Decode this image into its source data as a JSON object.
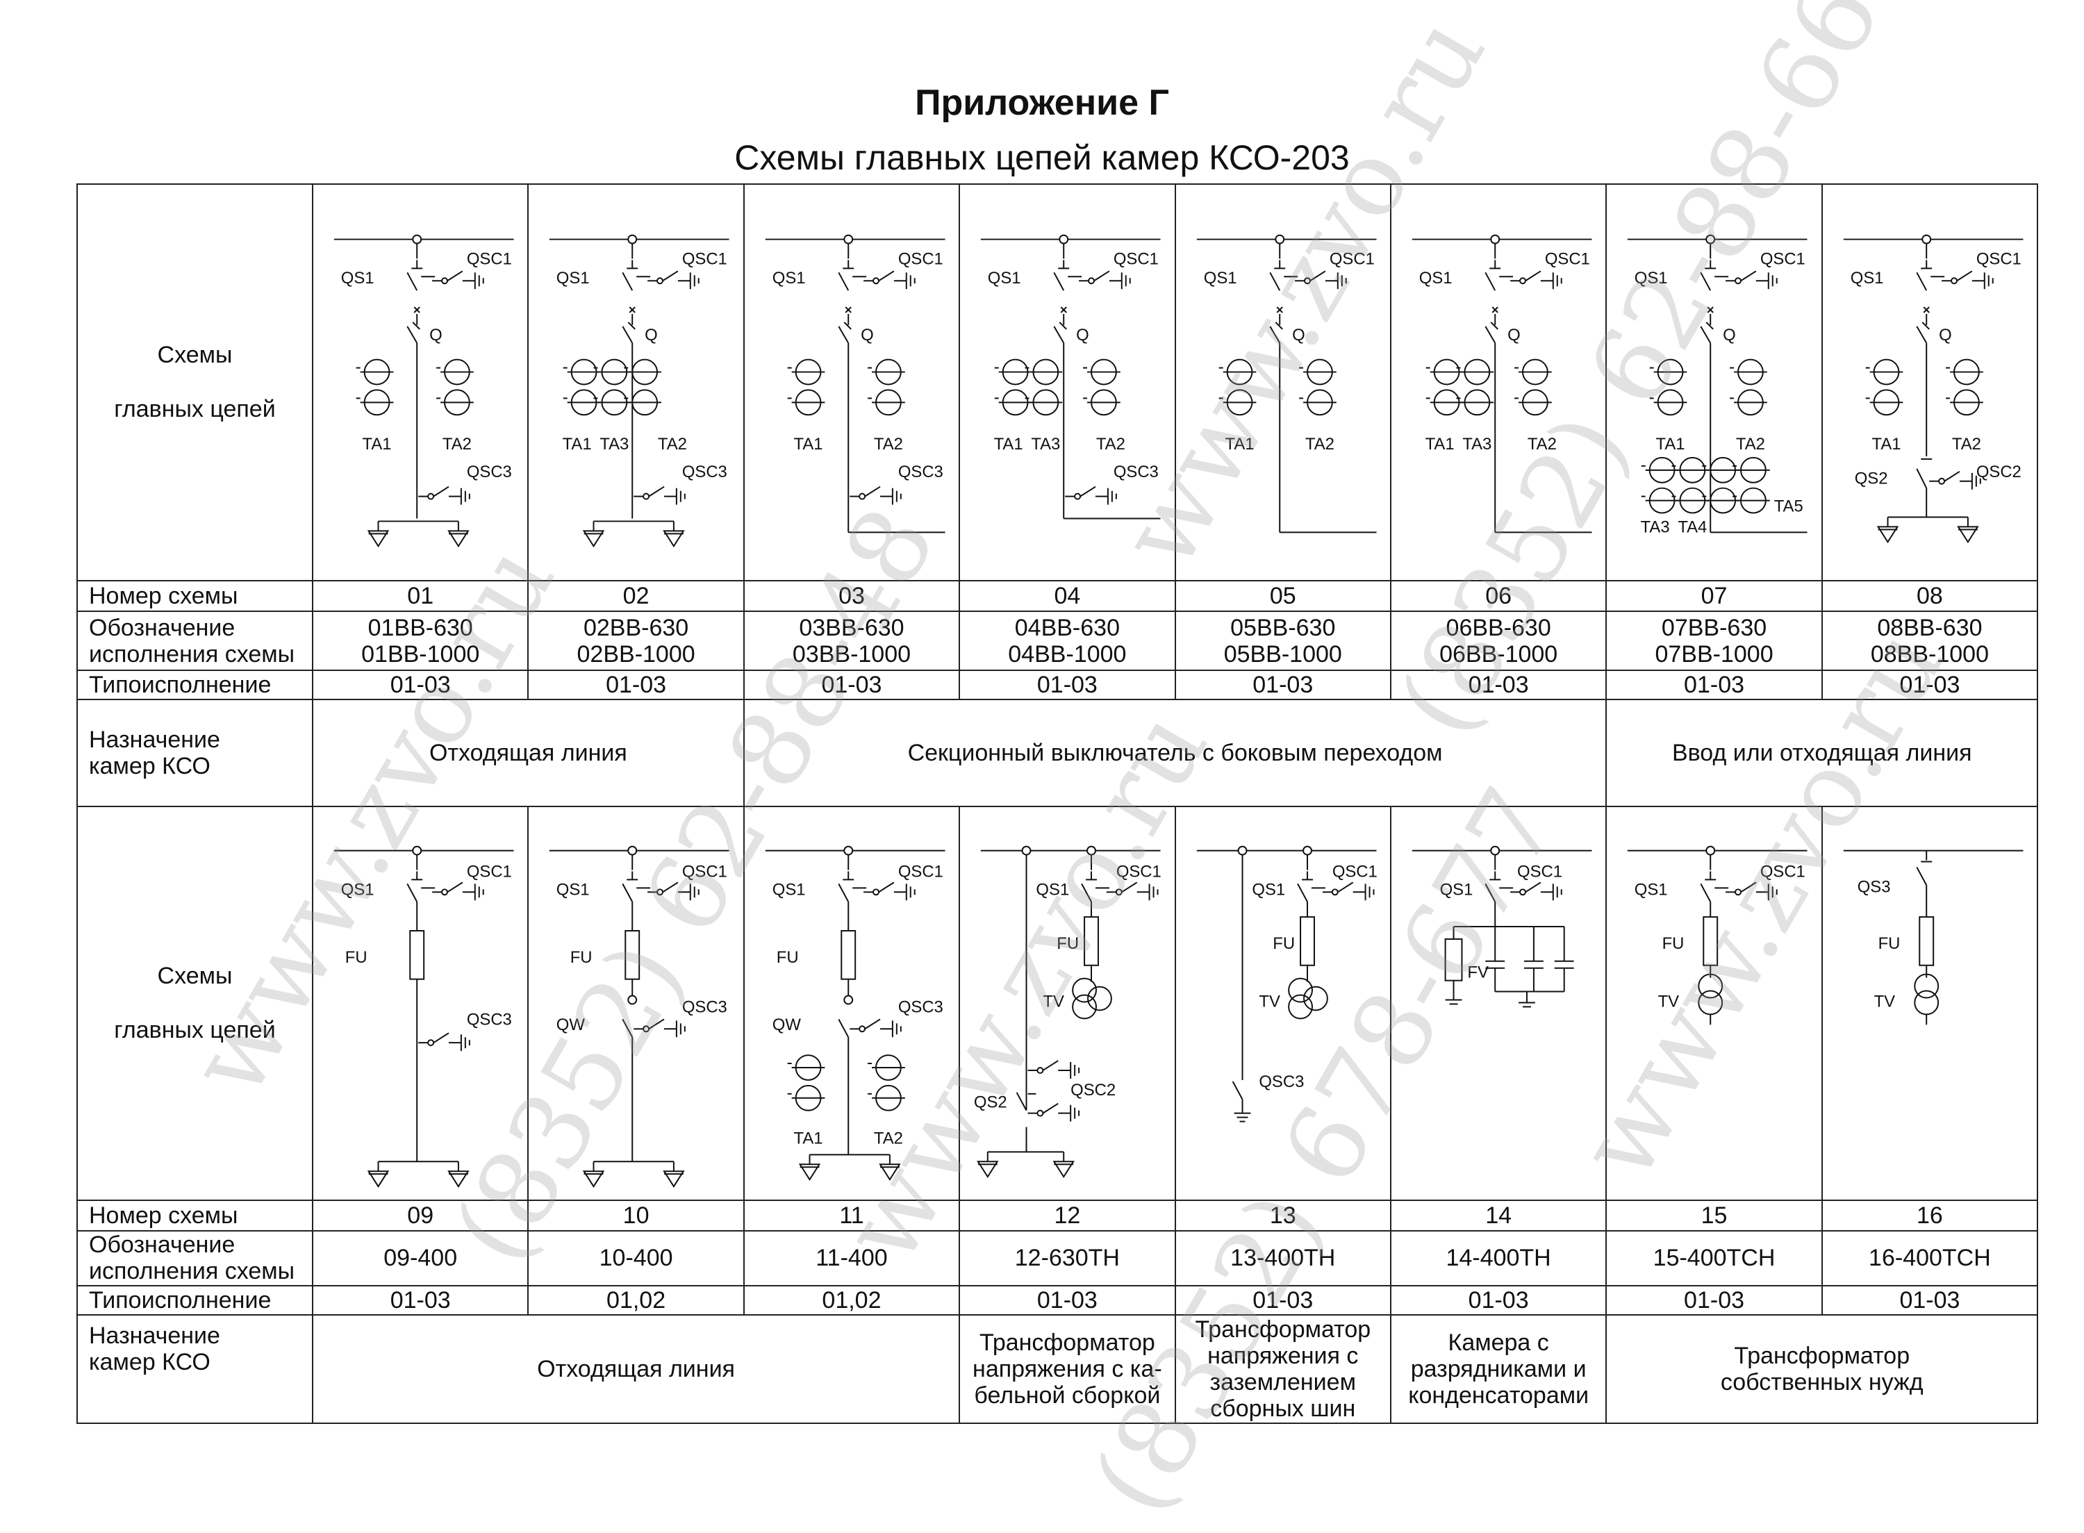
{
  "header": {
    "title": "Приложение Г",
    "subtitle": "Схемы главных цепей камер КСО-203"
  },
  "row_labels": {
    "schemes_line1": "Схемы",
    "schemes_line2": "главных цепей",
    "scheme_number": "Номер схемы",
    "designation_line1": "Обозначение",
    "designation_line2": "исполнения схемы",
    "type": "Типоисполнение",
    "purpose_line1": "Назначение",
    "purpose_line2": "камер КСО"
  },
  "top_block": {
    "numbers": [
      "01",
      "02",
      "03",
      "04",
      "05",
      "06",
      "07",
      "08"
    ],
    "designations": [
      [
        "01ВВ-630",
        "01ВВ-1000"
      ],
      [
        "02ВВ-630",
        "02ВВ-1000"
      ],
      [
        "03ВВ-630",
        "03ВВ-1000"
      ],
      [
        "04ВВ-630",
        "04ВВ-1000"
      ],
      [
        "05ВВ-630",
        "05ВВ-1000"
      ],
      [
        "06ВВ-630",
        "06ВВ-1000"
      ],
      [
        "07ВВ-630",
        "07ВВ-1000"
      ],
      [
        "08ВВ-630",
        "08ВВ-1000"
      ]
    ],
    "types": [
      "01-03",
      "01-03",
      "01-03",
      "01-03",
      "01-03",
      "01-03",
      "01-03",
      "01-03"
    ],
    "purposes": [
      {
        "text": "Отходящая линия",
        "span": 2
      },
      {
        "text": "Секционный выключатель с боковым переходом",
        "span": 4
      },
      {
        "text": "Ввод или отходящая линия",
        "span": 2
      }
    ]
  },
  "bottom_block": {
    "numbers": [
      "09",
      "10",
      "11",
      "12",
      "13",
      "14",
      "15",
      "16"
    ],
    "designations": [
      "09-400",
      "10-400",
      "11-400",
      "12-630ТН",
      "13-400ТН",
      "14-400ТН",
      "15-400ТСН",
      "16-400ТСН"
    ],
    "types": [
      "01-03",
      "01,02",
      "01,02",
      "01-03",
      "01-03",
      "01-03",
      "01-03",
      "01-03"
    ],
    "purposes": [
      {
        "text": "Отходящая линия",
        "span": 3,
        "lines": [
          "Отходящая линия"
        ]
      },
      {
        "span": 1,
        "lines": [
          "Трансформатор",
          "напряжения с ка-",
          "бельной сборкой"
        ]
      },
      {
        "span": 1,
        "lines": [
          "Трансформатор",
          "напряжения с",
          "заземлением",
          "сборных шин"
        ]
      },
      {
        "span": 1,
        "lines": [
          "Камера с",
          "разрядниками и",
          "конденсаторами"
        ]
      },
      {
        "span": 2,
        "lines": [
          "Трансформатор",
          "собственных нужд"
        ]
      }
    ]
  },
  "diagram_labels": {
    "qs1": "QS1",
    "qs2": "QS2",
    "qs3": "QS3",
    "qsc1": "QSC1",
    "qsc2": "QSC2",
    "qsc3": "QSC3",
    "q": "Q",
    "qw": "QW",
    "fu": "FU",
    "fv": "FV",
    "tv": "TV",
    "ta1": "TA1",
    "ta2": "TA2",
    "ta3": "TA3",
    "ta4": "TA4",
    "ta5": "TA5"
  },
  "watermark": {
    "url": "www.zvo.ru",
    "phone1": "(8352) 62-88-48",
    "phone2": "(8352) 62-88-66",
    "phone3": "(8352) 678-677"
  },
  "colors": {
    "ink": "#111111",
    "background": "#ffffff",
    "watermark": "#969696"
  }
}
